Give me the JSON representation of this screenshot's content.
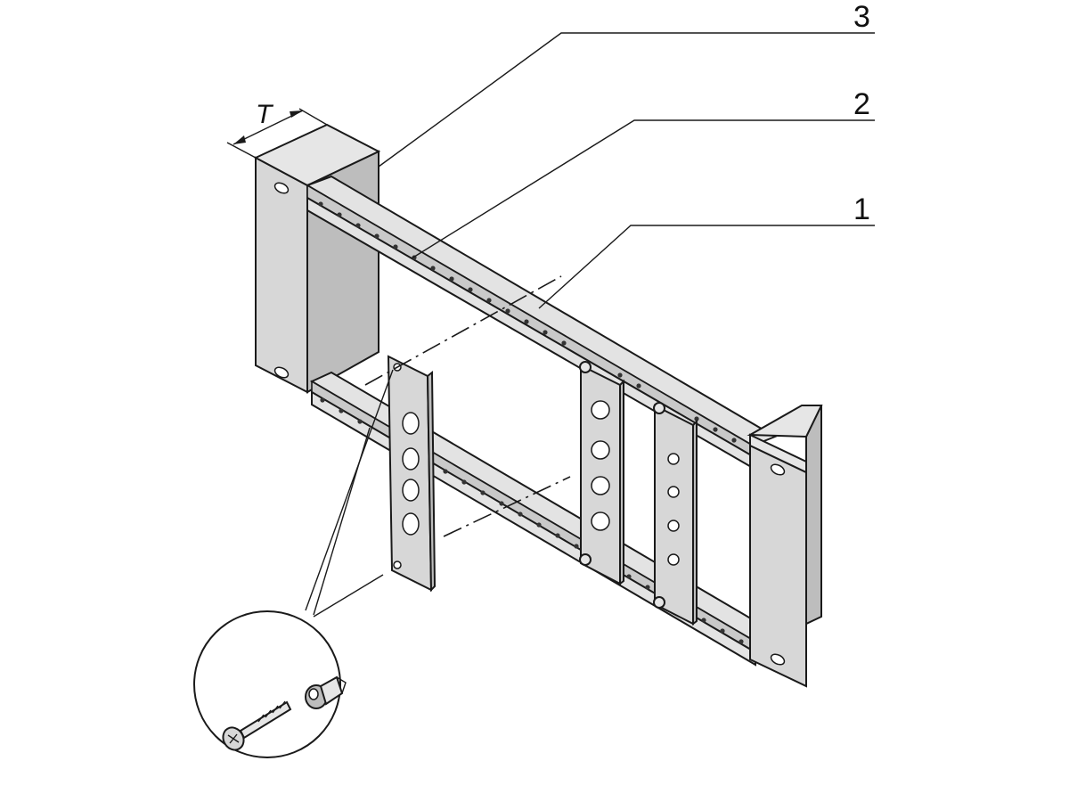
{
  "callouts": [
    {
      "id": "3",
      "label": "3"
    },
    {
      "id": "2",
      "label": "2"
    },
    {
      "id": "1",
      "label": "1"
    }
  ],
  "dimension": {
    "label": "T"
  }
}
